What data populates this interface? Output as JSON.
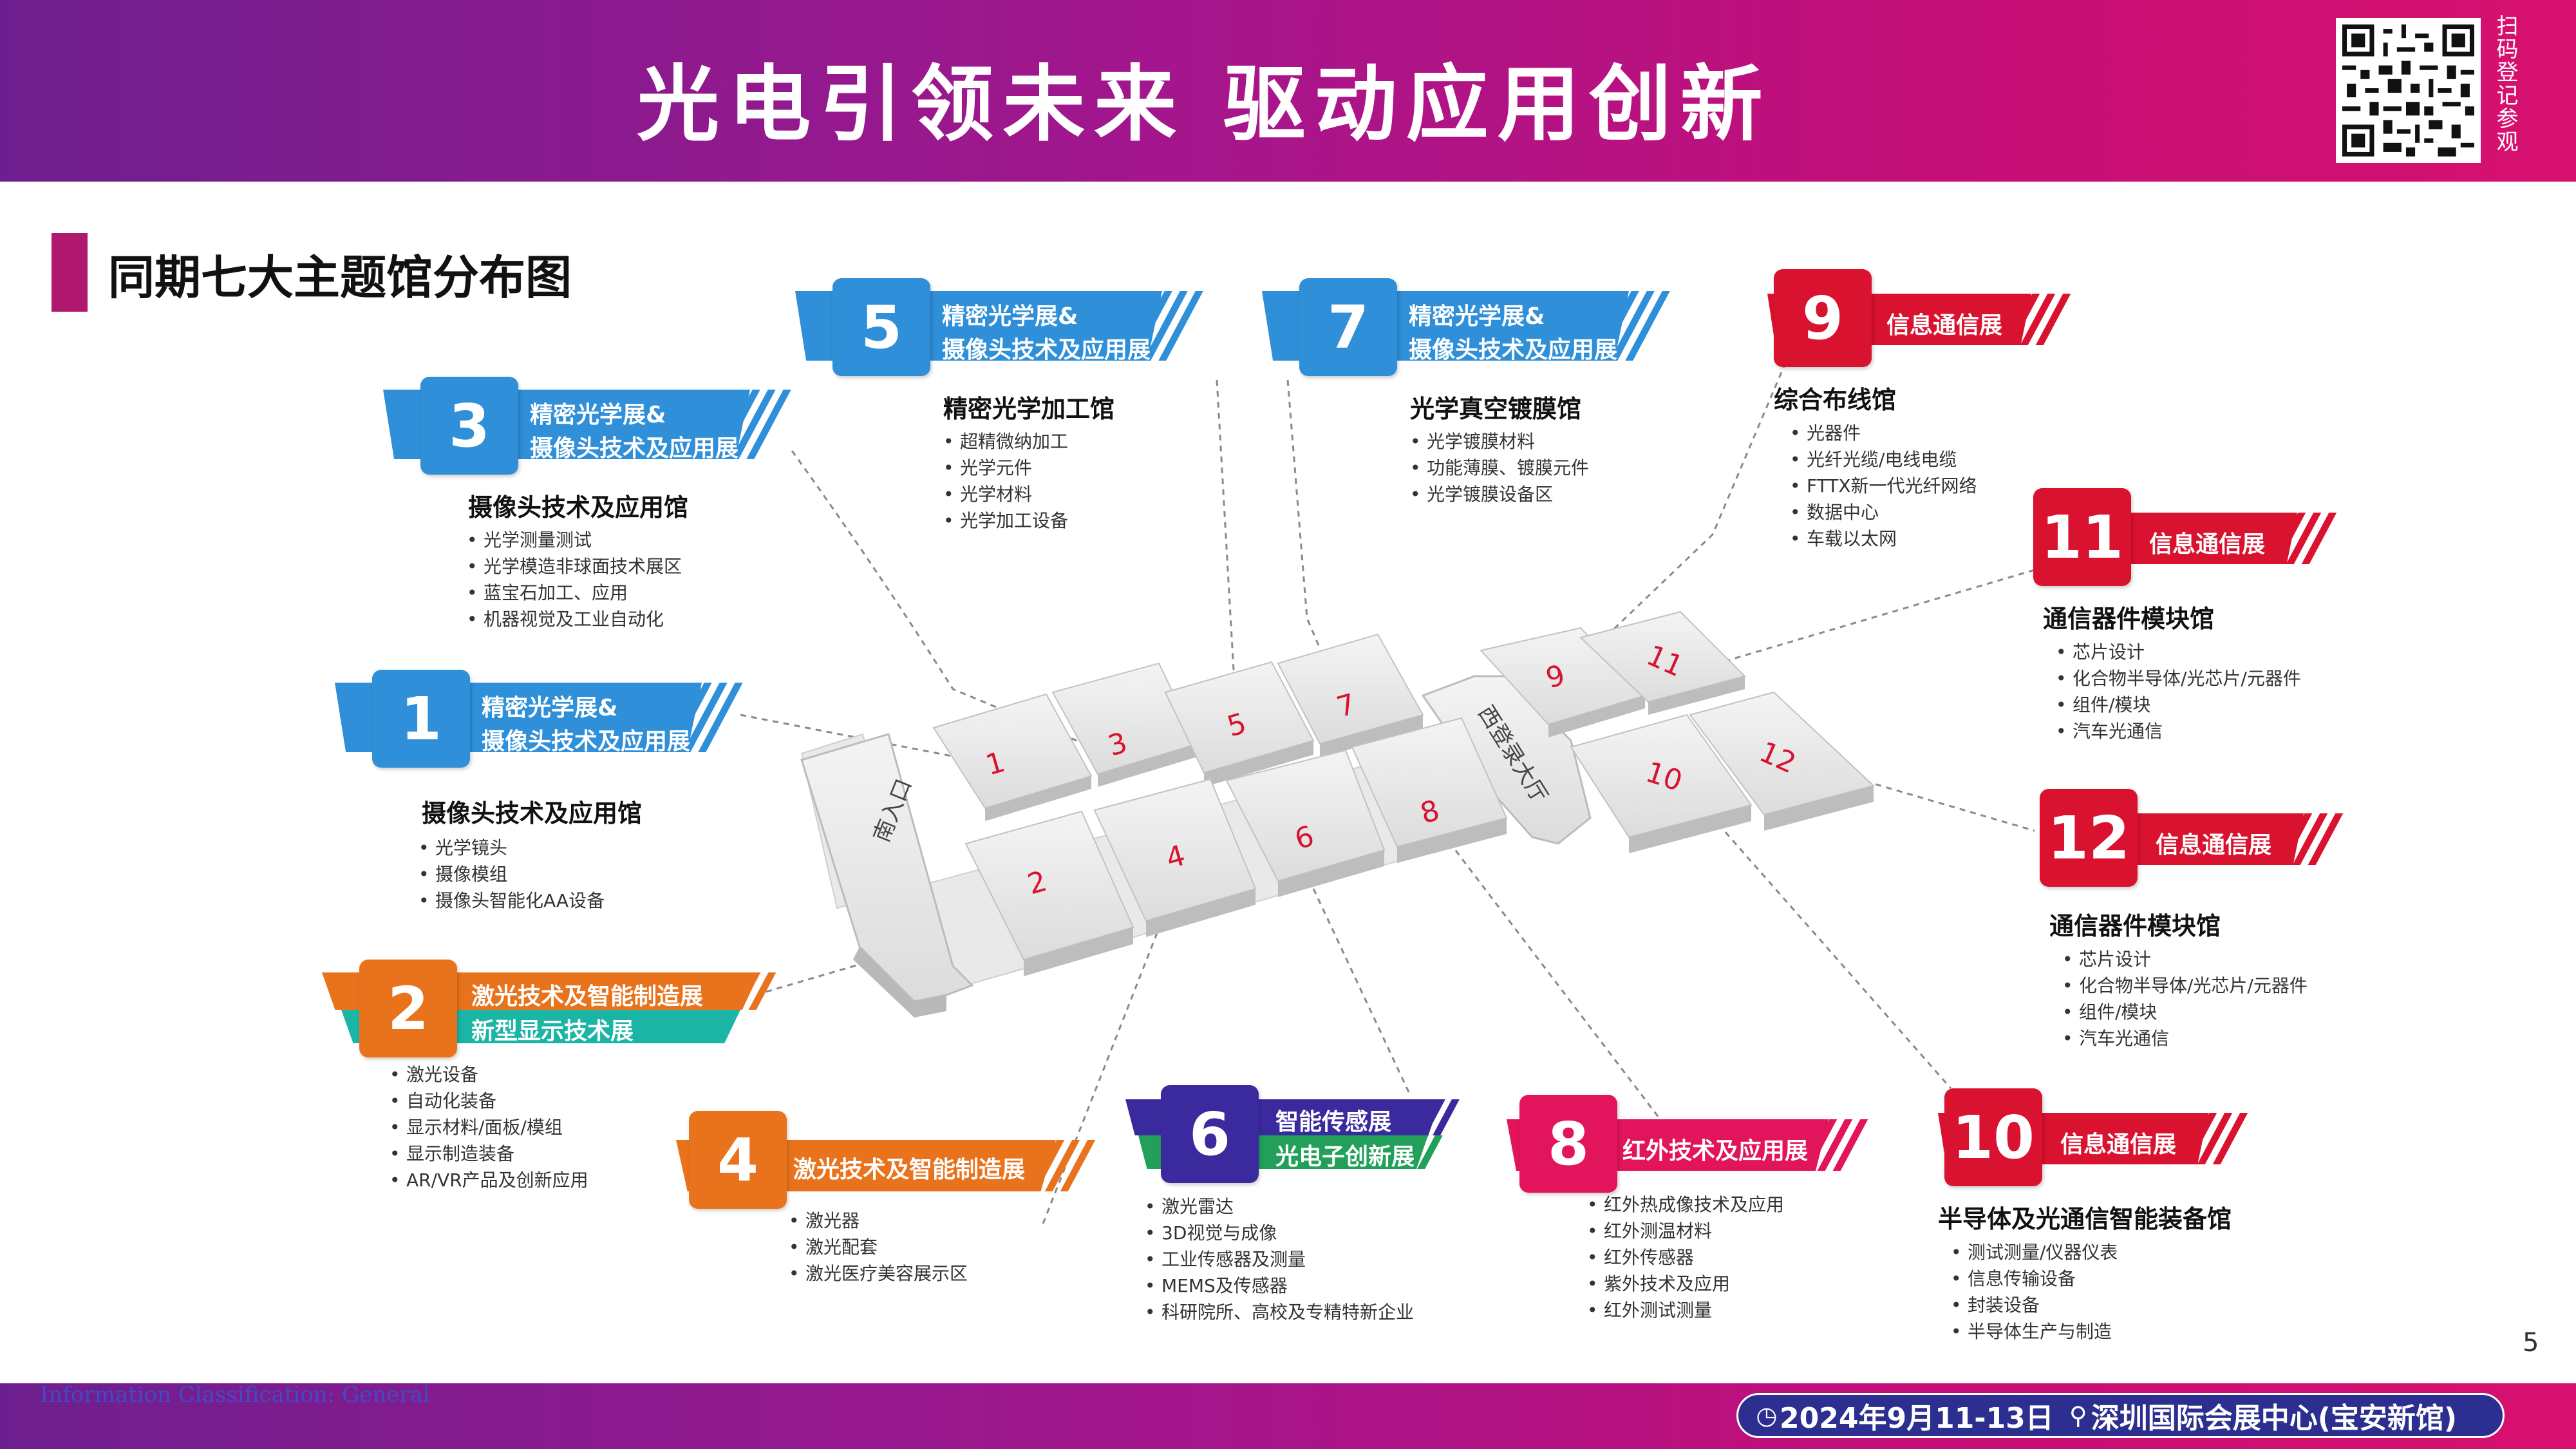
{
  "header": {
    "slogan": "光电引领未来 驱动应用创新",
    "qr_label": "扫码登记参观"
  },
  "section": {
    "title": "同期七大主题馆分布图"
  },
  "map": {
    "entrances": {
      "south": "南入口",
      "west": "西登录大厅"
    },
    "halls": [
      "1",
      "2",
      "3",
      "4",
      "5",
      "6",
      "7",
      "8",
      "9",
      "10",
      "11",
      "12"
    ]
  },
  "colors": {
    "blue": "#2f8fd8",
    "orange": "#e8731c",
    "indigo": "#3a2a9e",
    "red": "#d9122f",
    "pink": "#e2145c",
    "green": "#22a05a",
    "teal": "#1bb5a5"
  },
  "halls": [
    {
      "num": "1",
      "line1": "精密光学展&",
      "line2": "摄像头技术及应用展",
      "name": "摄像头技术及应用馆",
      "items": [
        "光学镜头",
        "摄像模组",
        "摄像头智能化AA设备"
      ]
    },
    {
      "num": "2",
      "line1": "激光技术及智能制造展",
      "line2": "新型显示技术展",
      "name": "",
      "items": [
        "激光设备",
        "自动化装备",
        "显示材料/面板/模组",
        "显示制造装备",
        "AR/VR产品及创新应用"
      ]
    },
    {
      "num": "3",
      "line1": "精密光学展&",
      "line2": "摄像头技术及应用展",
      "name": "摄像头技术及应用馆",
      "items": [
        "光学测量测试",
        "光学模造非球面技术展区",
        "蓝宝石加工、应用",
        "机器视觉及工业自动化"
      ]
    },
    {
      "num": "4",
      "line1": "激光技术及智能制造展",
      "line2": "",
      "name": "",
      "items": [
        "激光器",
        "激光配套",
        "激光医疗美容展示区"
      ]
    },
    {
      "num": "5",
      "line1": "精密光学展&",
      "line2": "摄像头技术及应用展",
      "name": "精密光学加工馆",
      "items": [
        "超精微纳加工",
        "光学元件",
        "光学材料",
        "光学加工设备"
      ]
    },
    {
      "num": "6",
      "line1": "智能传感展",
      "line2": "光电子创新展",
      "name": "",
      "items": [
        "激光雷达",
        "3D视觉与成像",
        "工业传感器及测量",
        "MEMS及传感器",
        "科研院所、高校及专精特新企业"
      ]
    },
    {
      "num": "7",
      "line1": "精密光学展&",
      "line2": "摄像头技术及应用展",
      "name": "光学真空镀膜馆",
      "items": [
        "光学镀膜材料",
        "功能薄膜、镀膜元件",
        "光学镀膜设备区"
      ]
    },
    {
      "num": "8",
      "line1": "红外技术及应用展",
      "line2": "",
      "name": "",
      "items": [
        "红外热成像技术及应用",
        "红外测温材料",
        "红外传感器",
        "紫外技术及应用",
        "红外测试测量"
      ]
    },
    {
      "num": "9",
      "line1": "信息通信展",
      "line2": "",
      "name": "综合布线馆",
      "items": [
        "光器件",
        "光纤光缆/电线电缆",
        "FTTX新一代光纤网络",
        "数据中心",
        "车载以太网"
      ]
    },
    {
      "num": "10",
      "line1": "信息通信展",
      "line2": "",
      "name": "半导体及光通信智能装备馆",
      "items": [
        "测试测量/仪器仪表",
        "信息传输设备",
        "封装设备",
        "半导体生产与制造"
      ]
    },
    {
      "num": "11",
      "line1": "信息通信展",
      "line2": "",
      "name": "通信器件模块馆",
      "items": [
        "芯片设计",
        "化合物半导体/光芯片/元器件",
        "组件/模块",
        "汽车光通信"
      ]
    },
    {
      "num": "12",
      "line1": "信息通信展",
      "line2": "",
      "name": "通信器件模块馆",
      "items": [
        "芯片设计",
        "化合物半导体/光芯片/元器件",
        "组件/模块",
        "汽车光通信"
      ]
    }
  ],
  "footer": {
    "info_class": "Information Classification: General",
    "date": "2024年9月11-13日",
    "venue": "深圳国际会展中心(宝安新馆)",
    "page": "5"
  }
}
